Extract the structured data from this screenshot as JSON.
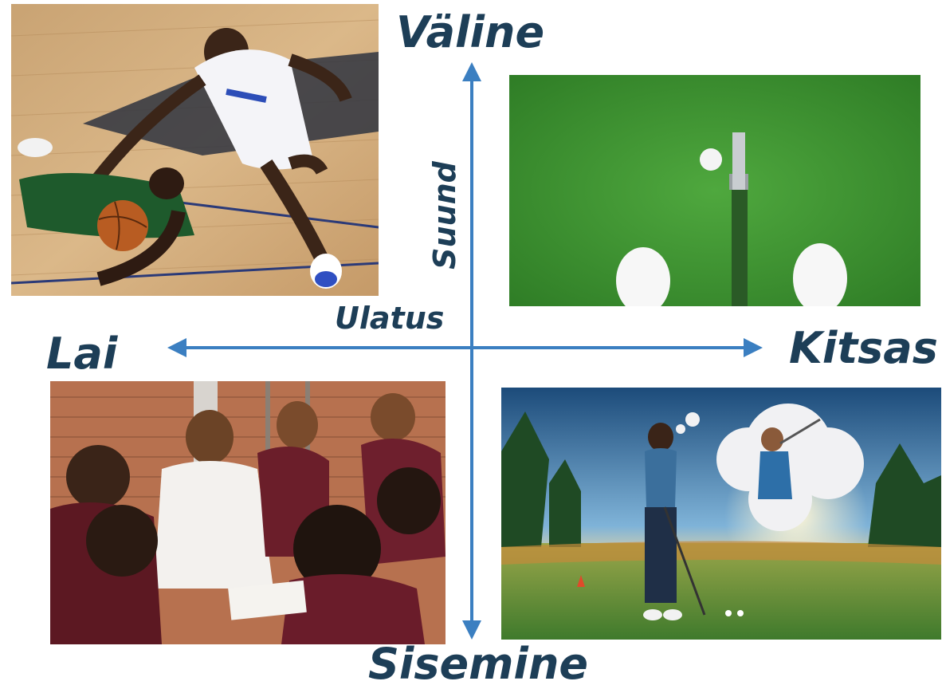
{
  "poles": {
    "top": "Väline",
    "bottom": "Sisemine",
    "left": "Lai",
    "right": "Kitsas"
  },
  "axes": {
    "vertical_name": "Suund",
    "horizontal_name": "Ulatus"
  },
  "colors": {
    "arrow": "#3b7fc1",
    "text": "#1d3e57"
  }
}
